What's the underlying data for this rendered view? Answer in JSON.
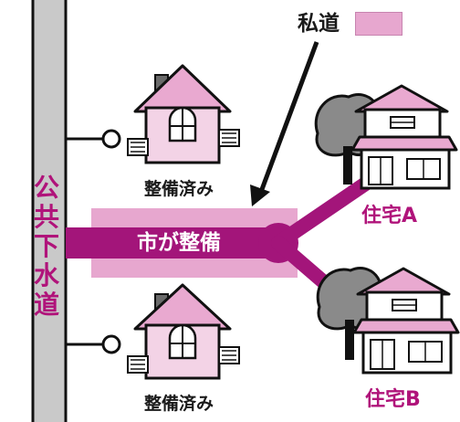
{
  "labels": {
    "private_road": "私道",
    "city_maintained": "市が整備",
    "public_sewer": [
      "公",
      "共",
      "下",
      "水",
      "道"
    ],
    "maintained_top": "整備済み",
    "maintained_bottom": "整備済み",
    "house_a": "住宅A",
    "house_b": "住宅B"
  },
  "colors": {
    "main_pipe": "#a3157a",
    "private_road_fill": "#e7a7cf",
    "house_roof": "#e9a9d0",
    "sewer_pipe": "#c9c9c9",
    "tree": "#8a8a8a"
  }
}
